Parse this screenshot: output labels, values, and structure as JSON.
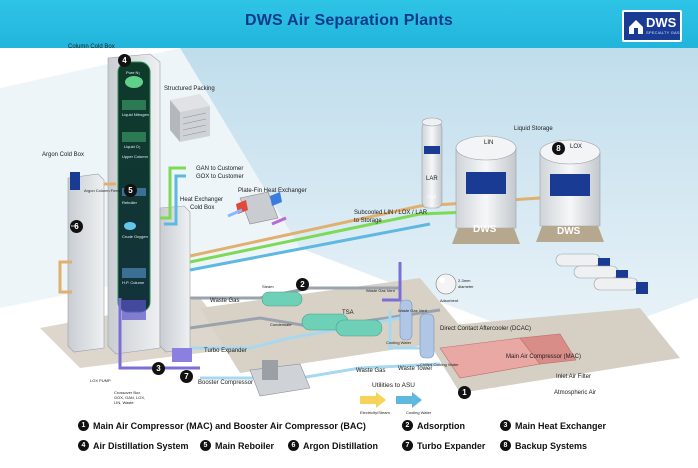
{
  "header": {
    "title": "DWS Air Separation Plants",
    "logo": {
      "brand": "DWS",
      "tagline": "SPECIALTY GAS"
    }
  },
  "tank_brand": "DWS",
  "labels": {
    "column_cold_box": "Column Cold Box",
    "structured_packing": "Structured Packing",
    "argon_cold_box": "Argon Cold Box",
    "gan_to_customer": "GAN to Customer",
    "gox_to_customer": "GOX to Customer",
    "plate_fin_hx": "Plate-Fin Heat Exchanger",
    "hx_cold_box_1": "Heat Exchanger",
    "hx_cold_box_2": "Cold Box",
    "subcooled_1": "Subcooled LIN / LOX / LAR",
    "subcooled_2": "to Storage",
    "liquid_storage": "Liquid Storage",
    "lin": "LIN",
    "lox": "LOX",
    "lar": "LAR",
    "waste_gas_top": "Waste Gas",
    "waste_gas_bottom": "Waste Gas",
    "steam": "Steam",
    "condensate": "Condensate",
    "tsa": "TSA",
    "waste_gas_vent": "Waste Gas Vent",
    "waste_gas_vent_2": "Waste Gas Vent",
    "adsorbent_size_1": "2-3mm",
    "adsorbent_size_2": "diameter",
    "adsorbent": "Adsorbent",
    "dcac": "Direct Contact Aftercooler (DCAC)",
    "chilled_cooling_water": "Chilled Cooling Water",
    "cooling_water": "Cooling Water",
    "waste_tower": "Waste Tower",
    "mac": "Main Air Compressor (MAC)",
    "inlet_air_filter": "Inlet Air Filter",
    "atmospheric_air": "Atmospheric Air",
    "turbo_expander": "Turbo Expander",
    "booster_compressor": "Booster Compressor",
    "utilities": "Utilities to ASU",
    "electricity_steam": "Electricity/Steam",
    "cooling_water_util": "Cooling Water",
    "lox_pump": "LOX PUMP",
    "crossover_1": "Crossover Box",
    "crossover_2": "GOX, GAN, LOX,",
    "crossover_3": "LIN, Waste",
    "pure_n2": "Pure N₂",
    "liquid_nitrogen": "Liquid Nitrogen",
    "liquid_o2": "Liquid O₂",
    "upper_column": "Upper Column",
    "reboiler": "Reboiler",
    "crude_oxygen": "Crude Oxygen",
    "hp_column": "H.P. Column",
    "argon_column_feed": "Argon Column Feed"
  },
  "badges": {
    "b1": "1",
    "b2": "2",
    "b3": "3",
    "b4": "4",
    "b5": "5",
    "b6": "6",
    "b7": "7",
    "b8": "8"
  },
  "legend": [
    {
      "num": "1",
      "text": "Main Air Compressor (MAC) and Booster Air Compressor (BAC)"
    },
    {
      "num": "2",
      "text": "Adsorption"
    },
    {
      "num": "3",
      "text": "Main Heat Exchanger"
    },
    {
      "num": "4",
      "text": "Air Distillation System"
    },
    {
      "num": "5",
      "text": "Main Reboiler"
    },
    {
      "num": "6",
      "text": "Argon Distillation"
    },
    {
      "num": "7",
      "text": "Turbo Expander"
    },
    {
      "num": "8",
      "text": "Backup Systems"
    }
  ],
  "colors": {
    "header": "#22b5dc",
    "title": "#0b3a8c",
    "gan_pipe": "#7ed957",
    "gox_pipe": "#5fb8e0",
    "liquid_pipe": "#e0b070",
    "waste_pipe": "#9aa3ad",
    "air_pipe": "#a8d8f0",
    "argon_pipe": "#7a6fd8"
  }
}
